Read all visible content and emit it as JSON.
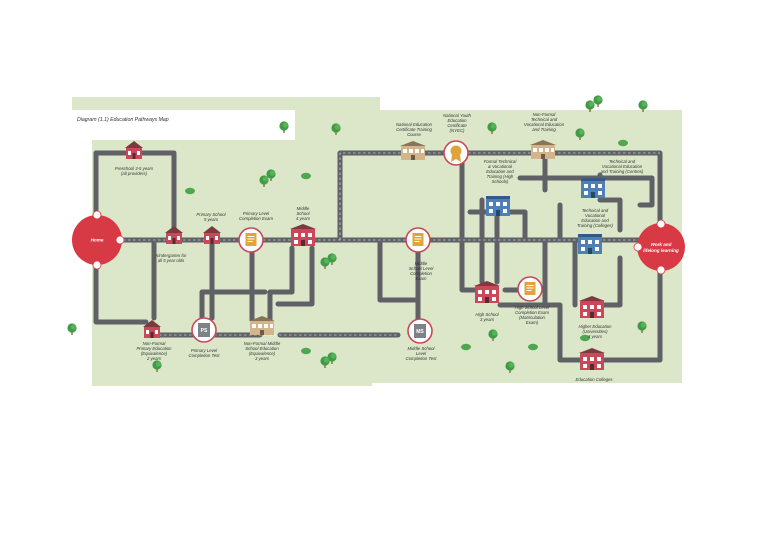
{
  "diagram": {
    "title": "Diagram (1.1) Education Pathways Map",
    "start_hub": "Home",
    "end_hub_line1": "Work and",
    "end_hub_line2": "lifelong learning",
    "exams": {
      "primary": "PS",
      "middle": "MS"
    },
    "labels": {
      "preschool": [
        "Preschool 3-5 years",
        "(all providers)"
      ],
      "kindergarten": [
        "Kindergarten for",
        "all  5 year olds"
      ],
      "primary_school": [
        "Primary School",
        "5 years"
      ],
      "primary_exam": [
        "Primary Level",
        "Completion Exam"
      ],
      "middle_school": [
        "Middle",
        "School",
        "4 years"
      ],
      "nf_primary": [
        "Non-Formal",
        "Primary Education",
        "(Equivalence)",
        "2 years"
      ],
      "primary_test": [
        "Primary Level",
        "Completion Test"
      ],
      "nf_middle": [
        "Non-Formal Middle",
        "School Education",
        "(Equivalence)",
        "3 years"
      ],
      "middle_exam": [
        "Middle",
        "School Level",
        "Completion",
        "Exam"
      ],
      "middle_test": [
        "Middle School",
        "Level",
        "Completion Test"
      ],
      "nec_course": [
        "National Education",
        "Certificate Training",
        "Course"
      ],
      "nyec": [
        "National Youth",
        "Education",
        "Certificate",
        "(NYEC)"
      ],
      "nf_tvet": [
        "Non-Formal",
        "Technical and",
        "Vocational Education",
        "and Training"
      ],
      "formal_tvet": [
        "Formal Technical",
        "& Vocational",
        "Education and",
        "Training (High",
        "Schools)"
      ],
      "tvet_centres": [
        "Technical and",
        "Vocational Education",
        "and Training (Centres)"
      ],
      "tvet_colleges": [
        "Technical and",
        "Vocational",
        "Education and",
        "Training (Colleges)"
      ],
      "high_school": [
        "High School",
        "3 years"
      ],
      "hs_exam": [
        "High School Level",
        "Completion Exam",
        "(Matriculation",
        "Exam)"
      ],
      "higher_ed": [
        "Higher Education",
        "(Universities)",
        "4 years"
      ],
      "edu_colleges": [
        "Education Colleges"
      ]
    }
  }
}
